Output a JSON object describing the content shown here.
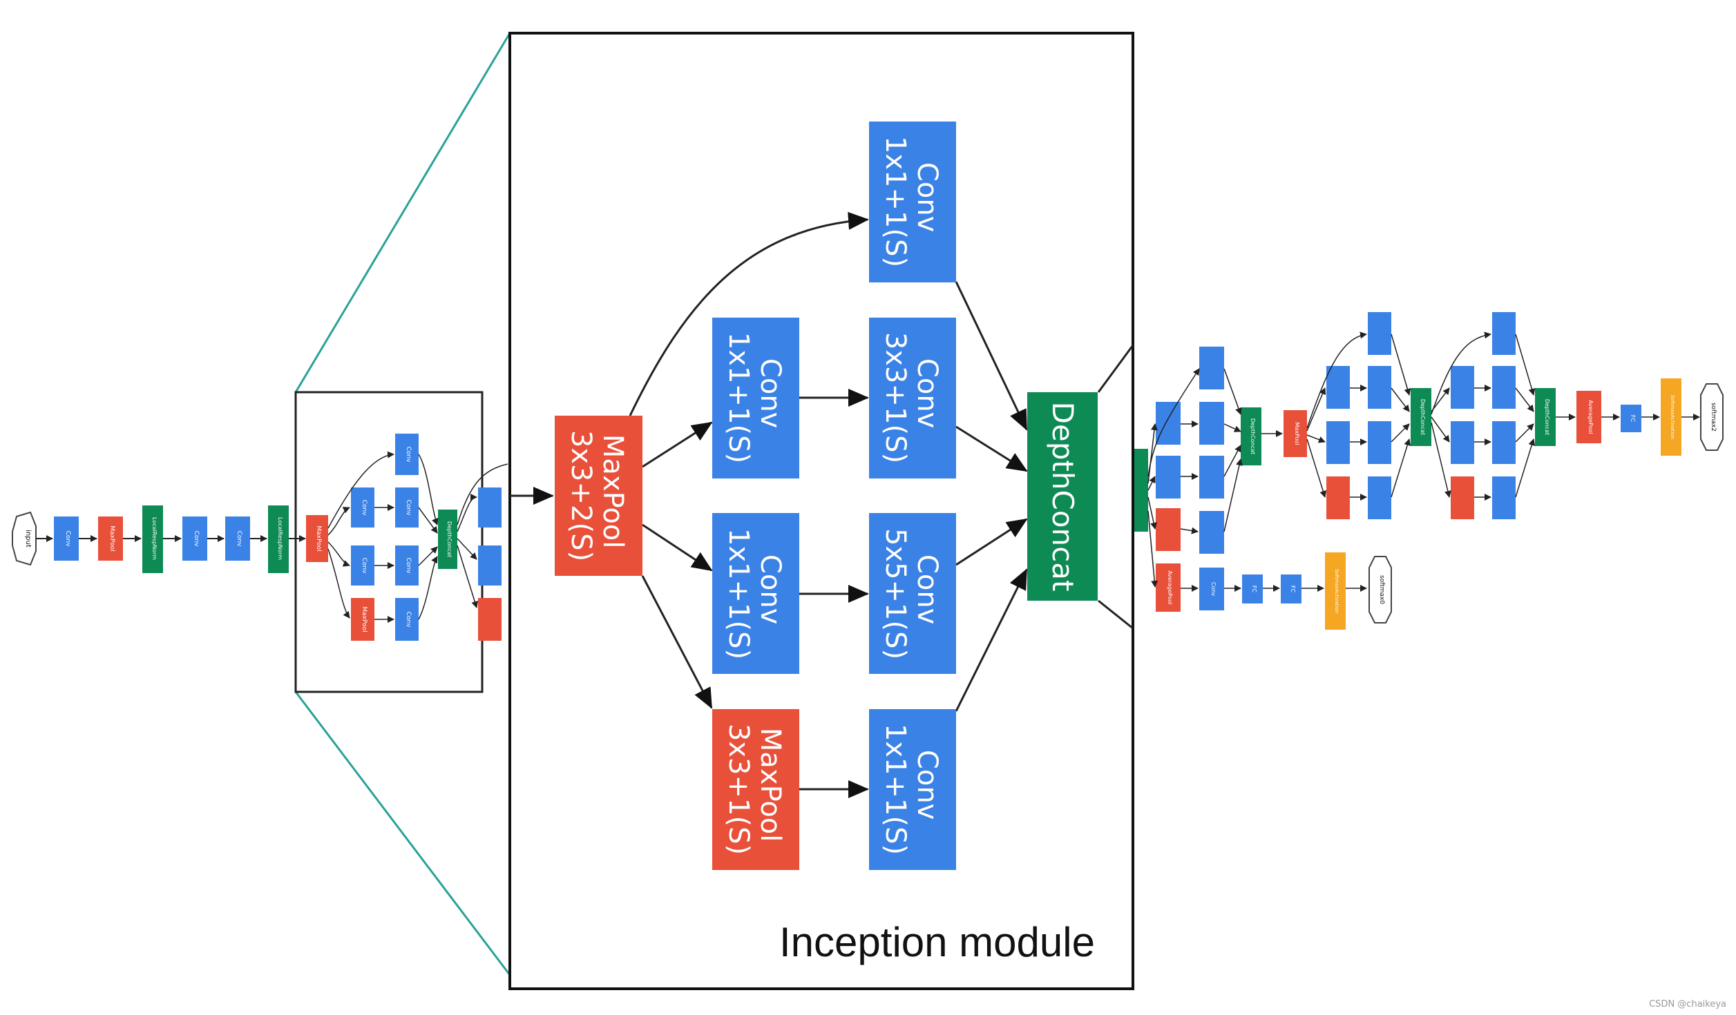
{
  "colors": {
    "conv": "#3b82e6",
    "pool": "#e8503a",
    "concat": "#0e8a55",
    "softmax_act": "#f5a623",
    "zoom_lines": "#2aa198",
    "edge": "#222222"
  },
  "module": {
    "title": "Inception module",
    "maxpool_in": "MaxPool\n3x3+2(S)",
    "conv_1x1_top": "Conv\n1x1+1(S)",
    "conv_1x1_a": "Conv\n1x1+1(S)",
    "conv_3x3": "Conv\n3x3+1(S)",
    "conv_1x1_b": "Conv\n1x1+1(S)",
    "conv_5x5": "Conv\n5x5+1(S)",
    "maxpool_branch": "MaxPool\n3x3+1(S)",
    "conv_1x1_c": "Conv\n1x1+1(S)",
    "depthconcat": "DepthConcat"
  },
  "mini": {
    "input": "input",
    "conv": "Conv",
    "maxpool": "MaxPool",
    "lrn": "LocalRespNorm",
    "depthconcat": "DepthConcat",
    "avgpool": "AveragePool",
    "fc": "FC",
    "softmax_act": "SoftmaxActivation",
    "softmax0": "softmax0",
    "softmax2": "softmax2"
  },
  "watermark": "CSDN @chaikeya"
}
